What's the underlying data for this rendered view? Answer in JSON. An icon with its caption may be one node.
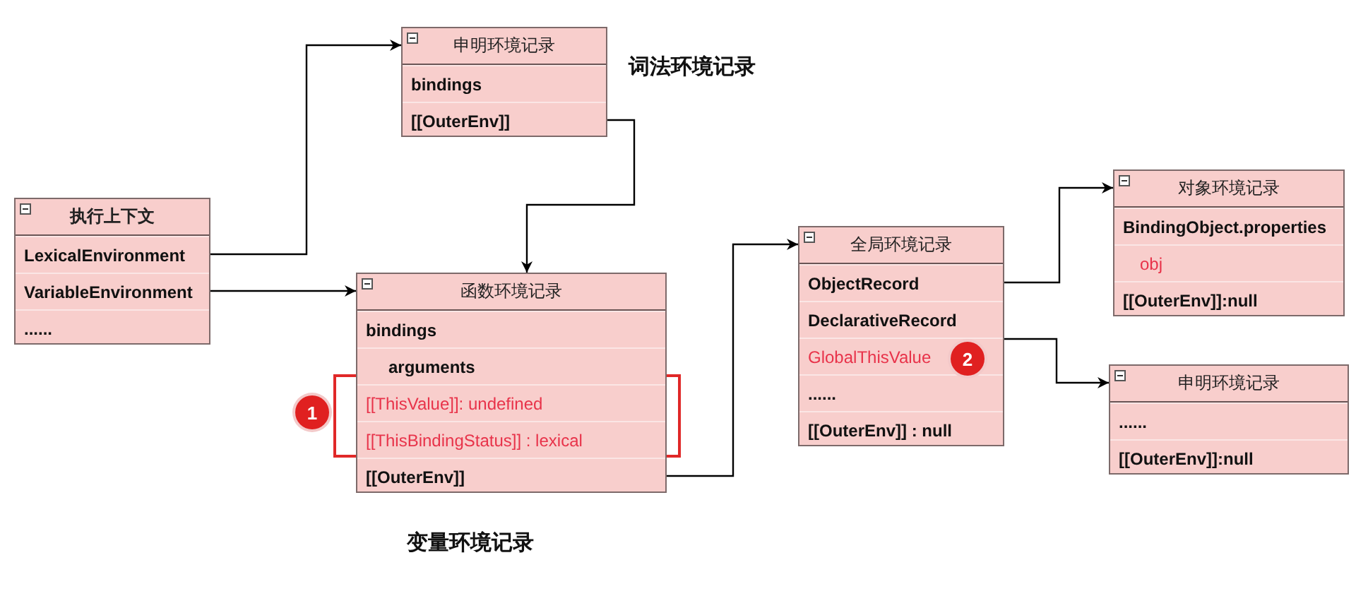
{
  "diagram": {
    "nodes": [
      {
        "text": [
          "执行上下文"
        ]
      },
      {
        "text": [
          "LexicalEnvironment"
        ],
        "in": 0
      },
      {
        "text": [
          "VariableEnvironment"
        ],
        "in": 0
      },
      {
        "text": [
          "......"
        ],
        "in": 0
      },
      {
        "text": [
          "申明环境记录"
        ]
      },
      {
        "text": [
          "bindings"
        ],
        "in": 4
      },
      {
        "text": [
          "[[OuterEnv]]"
        ],
        "in": 4
      },
      {
        "text": [
          "函数环境记录"
        ]
      },
      {
        "text": [
          "bindings"
        ],
        "in": 7
      },
      {
        "text": [
          "arguments"
        ],
        "in": 7
      },
      {
        "text": [
          "[[ThisValue]]: undefined"
        ],
        "in": 7
      },
      {
        "text": [
          "[[ThisBindingStatus]] : lexical"
        ],
        "in": 7
      },
      {
        "text": [
          "[[OuterEnv]]"
        ],
        "in": 7
      },
      {
        "text": [
          "全局环境记录"
        ]
      },
      {
        "text": [
          "ObjectRecord"
        ],
        "in": 13
      },
      {
        "text": [
          "DeclarativeRecord"
        ],
        "in": 13
      },
      {
        "text": [
          "GlobalThisValue"
        ],
        "in": 13
      },
      {
        "text": [
          "......"
        ],
        "in": 13
      },
      {
        "text": [
          "[[OuterEnv]]  :  null"
        ],
        "in": 13
      },
      {
        "text": [
          "对象环境记录"
        ]
      },
      {
        "text": [
          "BindingObject.properties"
        ],
        "in": 19
      },
      {
        "text": [
          "obj"
        ],
        "in": 19
      },
      {
        "text": [
          "[[OuterEnv]]:null"
        ],
        "in": 19
      },
      {
        "text": [
          "申明环境记录"
        ]
      },
      {
        "text": [
          "......"
        ],
        "in": 23
      },
      {
        "text": [
          "[[OuterEnv]]:null"
        ],
        "in": 23
      }
    ],
    "edges": [
      {
        "from": 1,
        "to": 4,
        "arrow": "to"
      },
      {
        "from": 2,
        "to": 7,
        "arrow": "to"
      },
      {
        "from": 6,
        "to": 7,
        "arrow": "to"
      },
      {
        "from": 12,
        "to": 13,
        "arrow": "to"
      },
      {
        "from": 14,
        "to": 19,
        "arrow": "to"
      },
      {
        "from": 16,
        "to": 23,
        "arrow": "to"
      }
    ],
    "labels": [
      "词法环境记录",
      "1",
      "2",
      "变量环境记录"
    ]
  }
}
